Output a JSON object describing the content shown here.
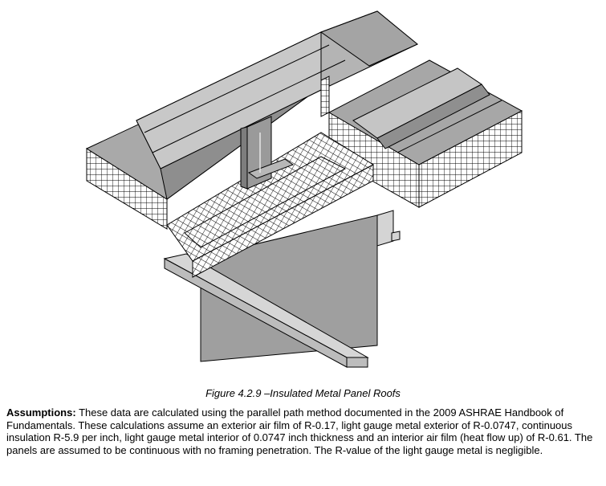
{
  "caption": "Figure 4.2.9 –Insulated Metal Panel Roofs",
  "assumptions": {
    "label": "Assumptions:",
    "text": "These data are calculated using the parallel path method documented in the 2009 ASHRAE Handbook of Fundamentals. These calculations assume an exterior air film of R-0.17, light gauge metal exterior of R-0.0747, continuous insulation R-5.9 per inch, light gauge metal interior of 0.0747 inch thickness and an interior air film (heat flow up) of R-0.61.  The panels are assumed to be continuous with no framing penetration. The R-value of the light gauge metal is negligible."
  },
  "colors": {
    "panel_top": "#a9a9a9",
    "panel_top_light": "#c4c4c4",
    "purlin_face": "#9d9d9d",
    "purlin_light": "#d2d2d2",
    "insulation_grid": "#000000"
  }
}
